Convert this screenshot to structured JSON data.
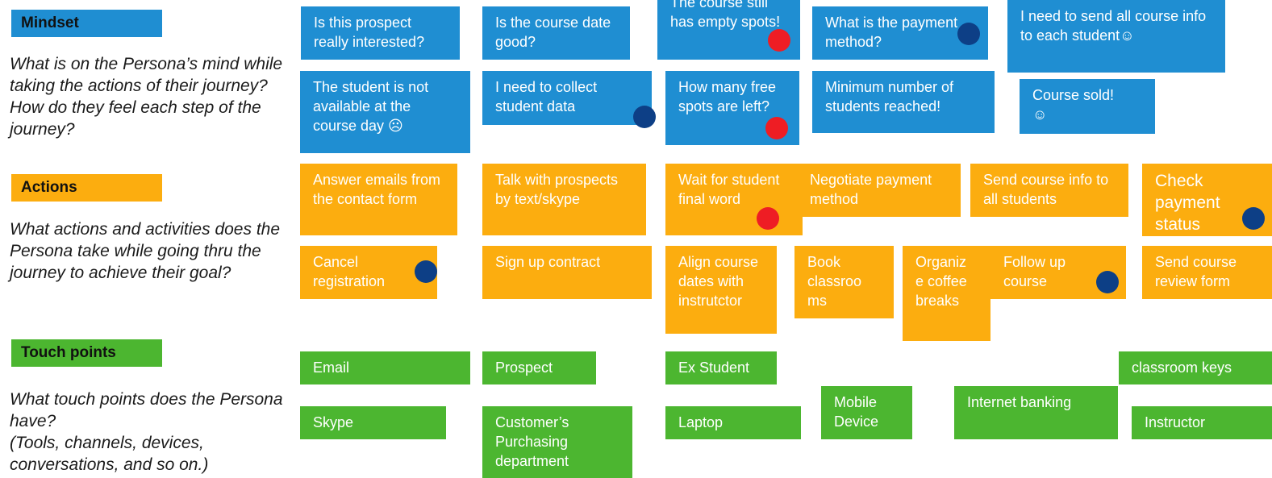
{
  "colors": {
    "mindset": "#1f8ed2",
    "actions": "#fcad0f",
    "touch_points": "#4cb630",
    "dot_red": "#ee1d24",
    "dot_navy": "#0d3f86"
  },
  "sections": {
    "mindset": {
      "label": "Mindset",
      "description": "What is on the Persona’s mind while taking the actions of their journey? How do they feel each step of the journey?"
    },
    "actions": {
      "label": "Actions",
      "description": "What actions and activities does the Persona take while going thru the journey to achieve their goal?"
    },
    "touch_points": {
      "label": "Touch points",
      "description": "What touch points does the Persona have?\n(Tools, channels, devices, conversations, and so on.)"
    }
  },
  "mindset_notes": [
    "Is this prospect really interested?",
    "Is the course date good?",
    "The course still has empty spots!",
    "What is the payment method?",
    "I need to send all course info to each student☺",
    "The student is not available at the course day ☹",
    "I need to collect student data",
    "How many free spots are left?",
    "Minimum number of students reached!",
    "Course sold!\n☺"
  ],
  "action_notes": [
    "Answer emails from the contact form",
    "Talk with prospects by text/skype",
    "Wait for student final word",
    "Negotiate payment method",
    "Send course info to all students",
    "Check payment status",
    "Cancel registration",
    "Sign up contract",
    "Align course dates with instrutctor",
    "Book classroo ms",
    "Organiz e coffee breaks",
    "Follow up course",
    "Send course review form"
  ],
  "touch_point_notes": [
    "Email",
    "Prospect",
    "Ex Student",
    "classroom keys",
    "Mobile Device",
    "Internet banking",
    "Skype",
    "Customer’s Purchasing department",
    "Laptop",
    "Instructor"
  ]
}
